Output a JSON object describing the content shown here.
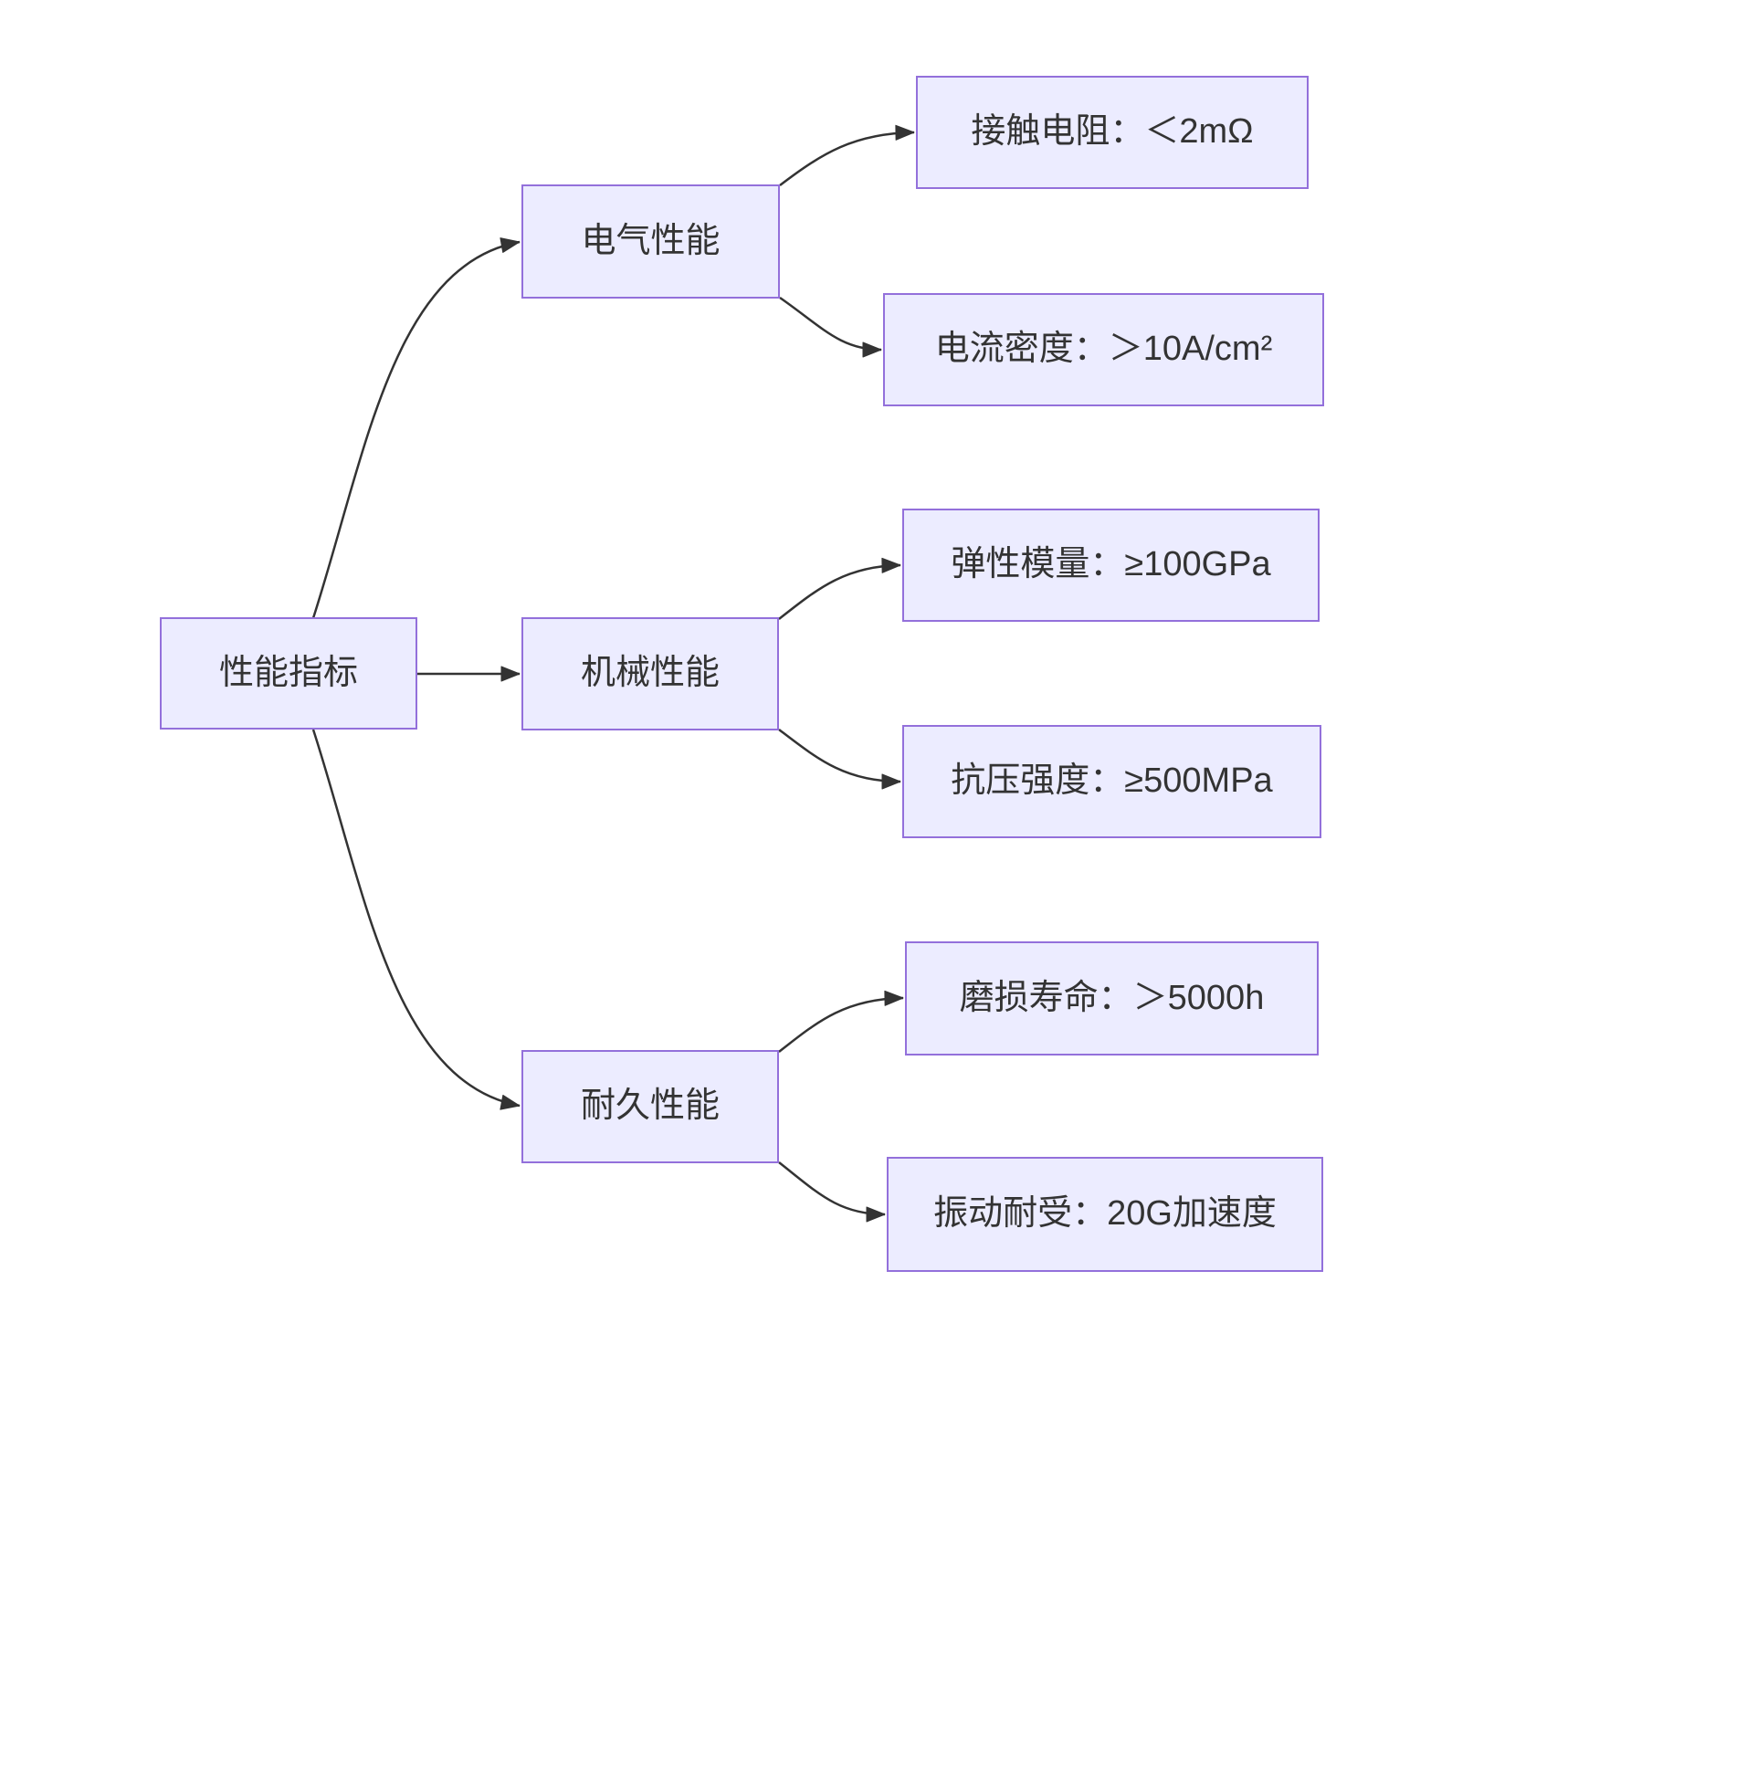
{
  "diagram": {
    "type": "flowchart",
    "root": {
      "label": "性能指标"
    },
    "branches": [
      {
        "id": "electrical",
        "label": "电气性能"
      },
      {
        "id": "mechanical",
        "label": "机械性能"
      },
      {
        "id": "durability",
        "label": "耐久性能"
      }
    ],
    "leaves": [
      {
        "parent": "electrical",
        "label": "接触电阻：＜2mΩ"
      },
      {
        "parent": "electrical",
        "label": "电流密度：＞10A/cm²"
      },
      {
        "parent": "mechanical",
        "label": "弹性模量：≥100GPa"
      },
      {
        "parent": "mechanical",
        "label": "抗压强度：≥500MPa"
      },
      {
        "parent": "durability",
        "label": "磨损寿命：＞5000h"
      },
      {
        "parent": "durability",
        "label": "振动耐受：20G加速度"
      }
    ],
    "colors": {
      "node_fill": "#ECECFF",
      "node_border": "#9370DB",
      "edge": "#333333",
      "text": "#333333",
      "background": "#ffffff"
    }
  }
}
